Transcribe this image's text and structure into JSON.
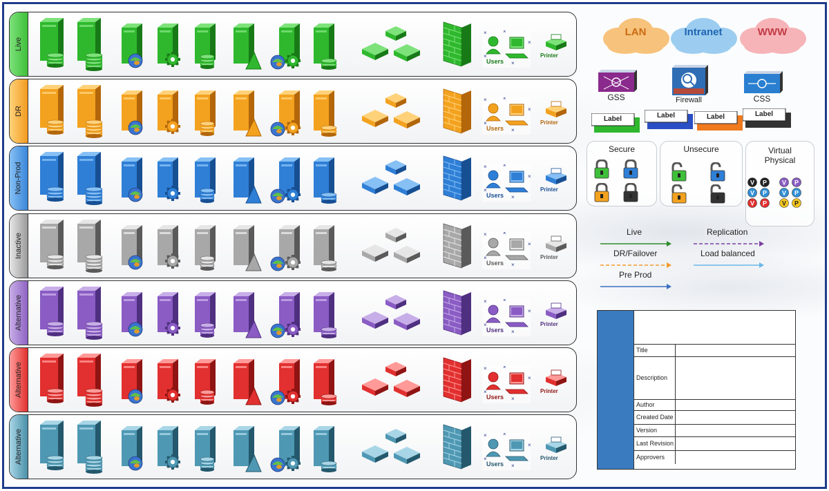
{
  "rows": [
    {
      "label": "Live",
      "accent": "#3fbf3a",
      "icon": "#2fb82e",
      "dark": "#187a17",
      "light": "#7de27a",
      "users_label": "Users",
      "printer_label": "Printer"
    },
    {
      "label": "DR",
      "accent": "#f29a1e",
      "icon": "#f3a21f",
      "dark": "#b3660a",
      "light": "#ffd27a",
      "users_label": "Users",
      "printer_label": "Printer"
    },
    {
      "label": "Non-Prod",
      "accent": "#3a86d8",
      "icon": "#2f7fd6",
      "dark": "#174f93",
      "light": "#86c0f5",
      "users_label": "Users",
      "printer_label": "Printer"
    },
    {
      "label": "Inactive",
      "accent": "#9a9a9a",
      "icon": "#a8a8a8",
      "dark": "#5a5a5a",
      "light": "#e6e6e6",
      "users_label": "Users",
      "printer_label": "Printer"
    },
    {
      "label": "Alternative",
      "accent": "#8e63c2",
      "icon": "#8a5cc4",
      "dark": "#4f2f80",
      "light": "#c8aee8",
      "users_label": "Users",
      "printer_label": "Printer"
    },
    {
      "label": "Alternative",
      "accent": "#e0302e",
      "icon": "#e1302f",
      "dark": "#8f1413",
      "light": "#ff9a98",
      "users_label": "Users",
      "printer_label": "Printer"
    },
    {
      "label": "Alternative",
      "accent": "#4a90a8",
      "icon": "#4f98b3",
      "dark": "#24586c",
      "light": "#a8d6e6",
      "users_label": "Users",
      "printer_label": "Printer"
    }
  ],
  "clouds": [
    {
      "label": "LAN",
      "fill": "#f7c27b",
      "text_color": "#c96a12"
    },
    {
      "label": "Intranet",
      "fill": "#9ccdf0",
      "text_color": "#1e64b0"
    },
    {
      "label": "WWW",
      "fill": "#f6b4b8",
      "text_color": "#c23a45"
    }
  ],
  "network_devices": [
    {
      "label": "GSS",
      "color": "#8a2a8c"
    },
    {
      "label": "Firewall",
      "color": "#2f6db5"
    },
    {
      "label": "CSS",
      "color": "#2a7fd0"
    }
  ],
  "labels": [
    {
      "text": "Label",
      "color": "#2fb82e"
    },
    {
      "text": "Label",
      "color": "#2a4fc4"
    },
    {
      "text": "Label",
      "color": "#f07a1e"
    },
    {
      "text": "Label",
      "color": "#333333"
    }
  ],
  "panels": {
    "secure": "Secure",
    "unsecure": "Unsecure",
    "virtual": "Virtual",
    "physical": "Physical",
    "vp_letters": [
      "V",
      "P"
    ]
  },
  "legend": [
    {
      "text": "Live",
      "color": "#2e8b2e",
      "style": "solid"
    },
    {
      "text": "Replication",
      "color": "#7a3fa0",
      "style": "dashed"
    },
    {
      "text": "DR/Failover",
      "color": "#f39a2a",
      "style": "dashed"
    },
    {
      "text": "Load balanced",
      "color": "#6ab8e8",
      "style": "solid"
    },
    {
      "text": "Pre Prod",
      "color": "#3a6fc0",
      "style": "solid"
    }
  ],
  "title_block": {
    "fields": [
      "Title",
      "Description",
      "Author",
      "Created Date",
      "Version",
      "Last Revision",
      "Approvers"
    ]
  }
}
